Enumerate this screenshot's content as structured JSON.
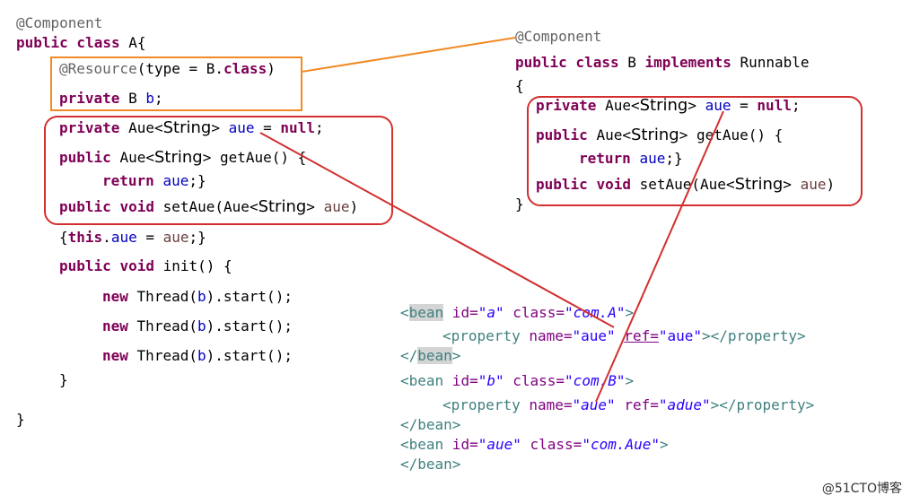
{
  "class_a": {
    "annotation": "@Component",
    "decl_kw": "public class",
    "decl_name": "A{",
    "resource_ann": "@Resource",
    "resource_args_pre": "(type = B.",
    "resource_class_kw": "class",
    "resource_args_post": ")",
    "private_kw": "private",
    "b_type": "B",
    "b_field": "b",
    "semi": ";",
    "aue_type_pre": "Aue<",
    "string_type": "String",
    "aue_type_post": ">",
    "aue_field": "aue",
    "eq": " = ",
    "null_kw": "null",
    "public_kw": "public",
    "getter_name": "getAue() {",
    "return_kw": "return",
    "return_tail": ";}",
    "void_kw": "void",
    "setter_name": "setAue(Aue<",
    "setter_param": "aue",
    "setter_close": ")",
    "this_open": "{",
    "this_kw": "this",
    "this_dot": ".",
    "this_tail": " = ",
    "this_end": ";}",
    "init_name": "init() {",
    "new_kw": "new",
    "thread_pre": "Thread(",
    "thread_post": ").start();",
    "close_inner": "}",
    "close_outer": "}"
  },
  "class_b": {
    "annotation": "@Component",
    "decl_kw": "public class",
    "decl_name": "B",
    "implements_kw": "implements",
    "interface": "Runnable",
    "open_brace": "{",
    "private_kw": "private",
    "aue_type_pre": "Aue<",
    "string_type": "String",
    "aue_type_post": ">",
    "aue_field": "aue",
    "eq": " = ",
    "null_kw": "null",
    "semi": ";",
    "public_kw": "public",
    "getter_name": "getAue() {",
    "return_kw": "return",
    "return_tail": ";}",
    "void_kw": "void",
    "setter_name": "setAue(Aue<",
    "setter_param": "aue",
    "setter_close": ")",
    "close_brace": "}"
  },
  "xml": {
    "lt": "<",
    "lt_close": "</",
    "gt": ">",
    "bean_tag": "bean",
    "property_tag": "property",
    "id_attr": " id=",
    "class_attr": " class=",
    "name_attr": " name=",
    "ref_attr": "ref=",
    "bean_a_id": "\"a\"",
    "bean_a_class": "\"com.A\"",
    "prop_a_name": "\"aue\"",
    "prop_a_ref": "\"aue\"",
    "bean_b_id": "\"b\"",
    "bean_b_class": "\"com.B\"",
    "prop_b_name": "\"aue\"",
    "prop_b_ref": "\"adue\"",
    "bean_aue_id": "\"aue\"",
    "bean_aue_class": "\"com.Aue\""
  },
  "colors": {
    "orange_box": "#f08a24",
    "red_box": "#d32f2f",
    "red_line": "#d32f2f"
  },
  "watermark": "@51CTO博客"
}
